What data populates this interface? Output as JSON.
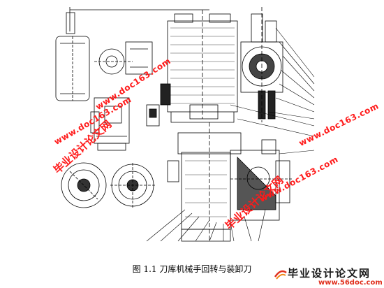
{
  "figure": {
    "caption": "图 1.1  刀库机械手回转与装卸刀"
  },
  "watermarks": {
    "site_name": "毕业设计论文网",
    "site_url": "www.doc163.com"
  },
  "corner_logo": {
    "title": "毕业设计论文网",
    "url": "www.56doc.com"
  },
  "colors": {
    "watermark": "#ff1a1a",
    "line": "#000000"
  }
}
